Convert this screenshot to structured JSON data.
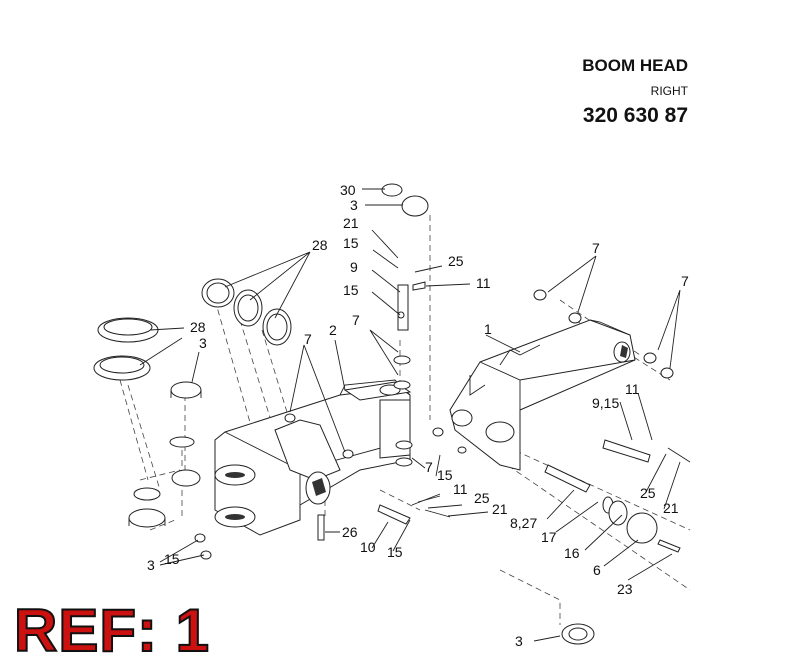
{
  "header": {
    "title": "BOOM HEAD",
    "subtitle": "RIGHT",
    "part_number": "320 630 87"
  },
  "ref_badge": "REF: 1",
  "callouts": [
    "30",
    "3",
    "21",
    "15",
    "9",
    "15",
    "7",
    "25",
    "11",
    "28",
    "28",
    "3",
    "7",
    "2",
    "1",
    "7",
    "7",
    "11",
    "9,15",
    "7",
    "15",
    "11",
    "25",
    "21",
    "25",
    "21",
    "26",
    "10",
    "15",
    "8,27",
    "17",
    "16",
    "6",
    "23",
    "3",
    "15",
    "3"
  ],
  "colors": {
    "ref_badge": "#cc1111",
    "line": "#222222"
  }
}
